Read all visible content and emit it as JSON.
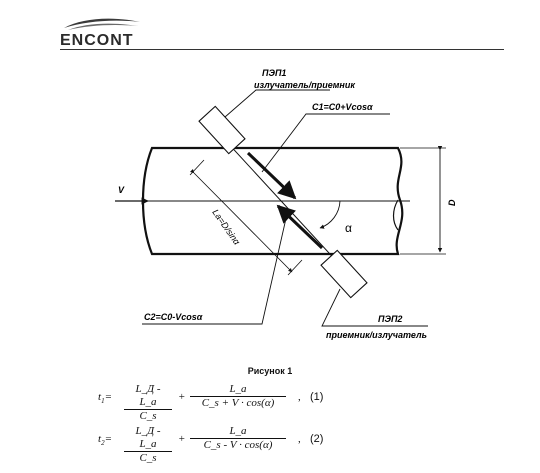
{
  "header": {
    "logo_text": "ENCONT"
  },
  "diagram": {
    "pep1_title": "ПЭП1",
    "pep1_subtitle": "излучатель/приемник",
    "c1_label": "C1=C0+Vcosα",
    "c2_label": "C2=C0-Vcosα",
    "pep2_title": "ПЭП2",
    "pep2_subtitle": "приемник/излучатель",
    "velocity_label": "V",
    "diameter_label": "D",
    "angle_label": "α",
    "path_label": "La=D/sinα"
  },
  "caption": "Рисунок 1",
  "formulas": [
    {
      "lhs": "t",
      "lhs_sub": "1",
      "eq": "=",
      "frac1_num": "L_Д - L_a",
      "frac1_den": "C_s",
      "plus": "+",
      "frac2_num": "L_a",
      "frac2_den": "C_s + V · cos(α)",
      "comma": ",",
      "number": "(1)"
    },
    {
      "lhs": "t",
      "lhs_sub": "2",
      "eq": "=",
      "frac1_num": "L_Д - L_a",
      "frac1_den": "C_s",
      "plus": "+",
      "frac2_num": "L_a",
      "frac2_den": "C_s - V · cos(α)",
      "comma": ",",
      "number": "(2)"
    }
  ],
  "colors": {
    "ink": "#111111",
    "logo": "#2b2b2b"
  }
}
